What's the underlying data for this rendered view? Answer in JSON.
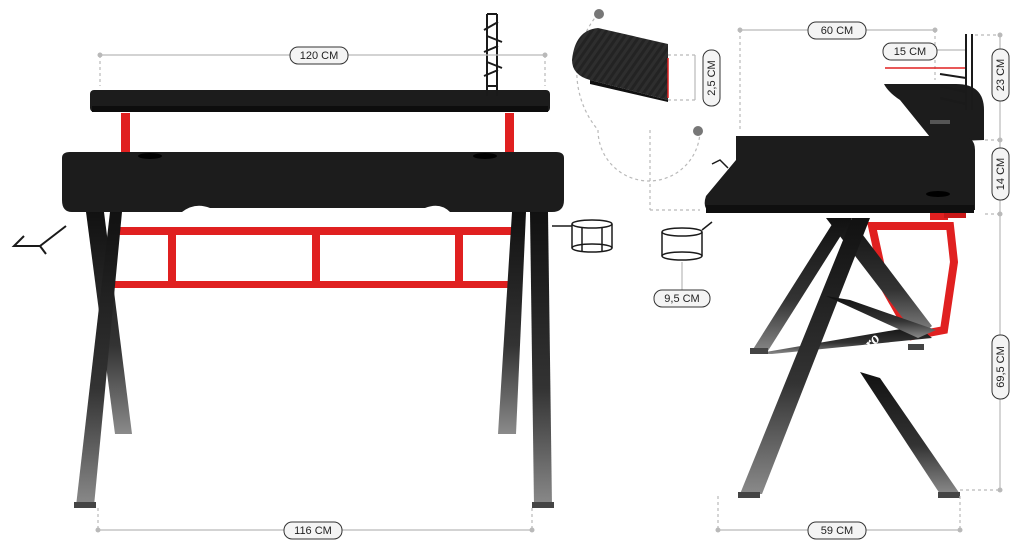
{
  "product": {
    "brand_logo": "huzaro"
  },
  "dimensions": {
    "top_width": "120 CM",
    "leg_width": "116 CM",
    "top_depth": "60 CM",
    "base_depth": "59 CM",
    "top_thickness": "2,5 CM",
    "shelf_depth": "15 CM",
    "hook_height": "23 CM",
    "shelf_height": "14 CM",
    "cup_holder": "9,5 CM",
    "desk_height": "69,5 CM"
  },
  "colors": {
    "frame_red": "#e02020",
    "desk_black": "#1c1c1c"
  }
}
